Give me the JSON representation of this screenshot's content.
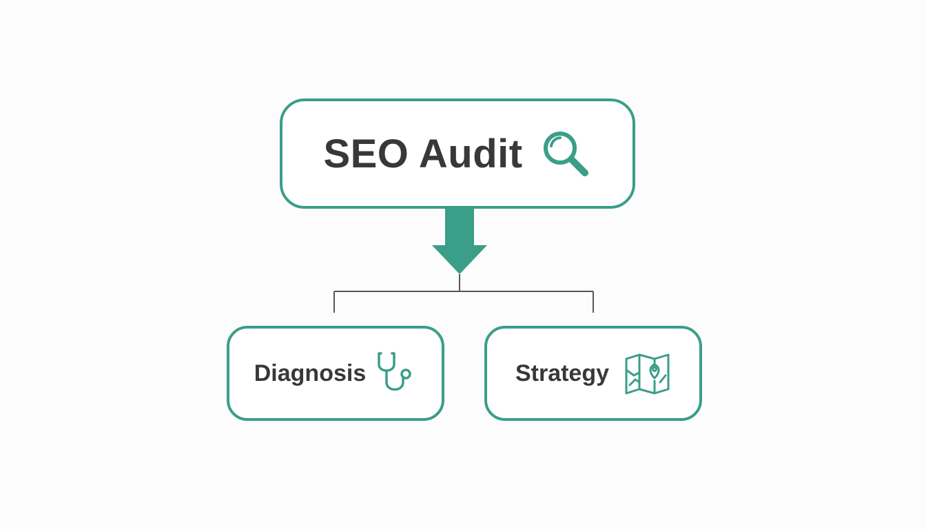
{
  "diagram": {
    "root": {
      "label": "SEO Audit",
      "icon": "magnifying-glass-icon"
    },
    "children": [
      {
        "label": "Diagnosis",
        "icon": "stethoscope-icon"
      },
      {
        "label": "Strategy",
        "icon": "map-location-icon"
      }
    ]
  },
  "colors": {
    "accent": "#3a9e88",
    "text": "#383838",
    "line": "#555555",
    "background": "#fbfcfb"
  }
}
